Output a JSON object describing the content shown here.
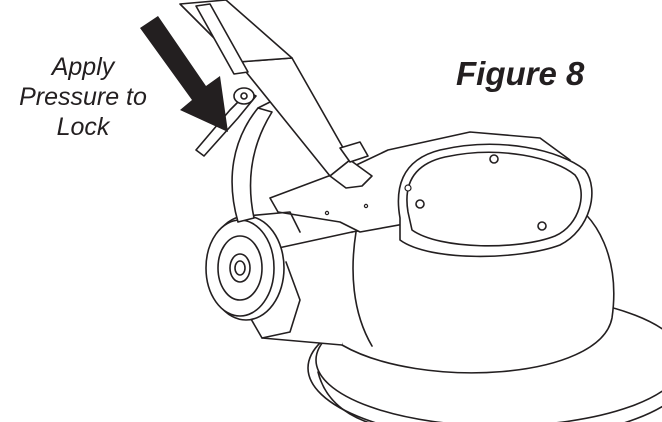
{
  "figure_title": "Figure 8",
  "callout": {
    "line1": "Apply",
    "line2": "Pressure to",
    "line3": "Lock"
  },
  "colors": {
    "ink": "#231f20",
    "arrow": "#231f20",
    "background": "#ffffff"
  }
}
